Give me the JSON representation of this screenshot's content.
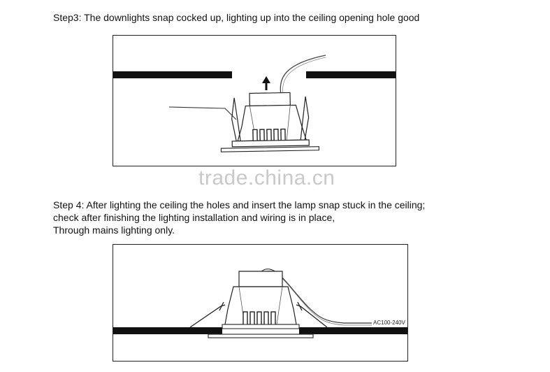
{
  "step3": {
    "text": "Step3: The downlights snap cocked up, lighting up into the ceiling opening hole good"
  },
  "step4": {
    "lines": [
      "Step 4: After lighting the ceiling the holes and insert the lamp snap stuck in the ceiling;",
      "check after finishing the lighting installation and wiring is in place,",
      "Through mains lighting only."
    ]
  },
  "watermark": "trade.china.cn",
  "diagram_bottom": {
    "voltage_label": "AC100-240V"
  }
}
